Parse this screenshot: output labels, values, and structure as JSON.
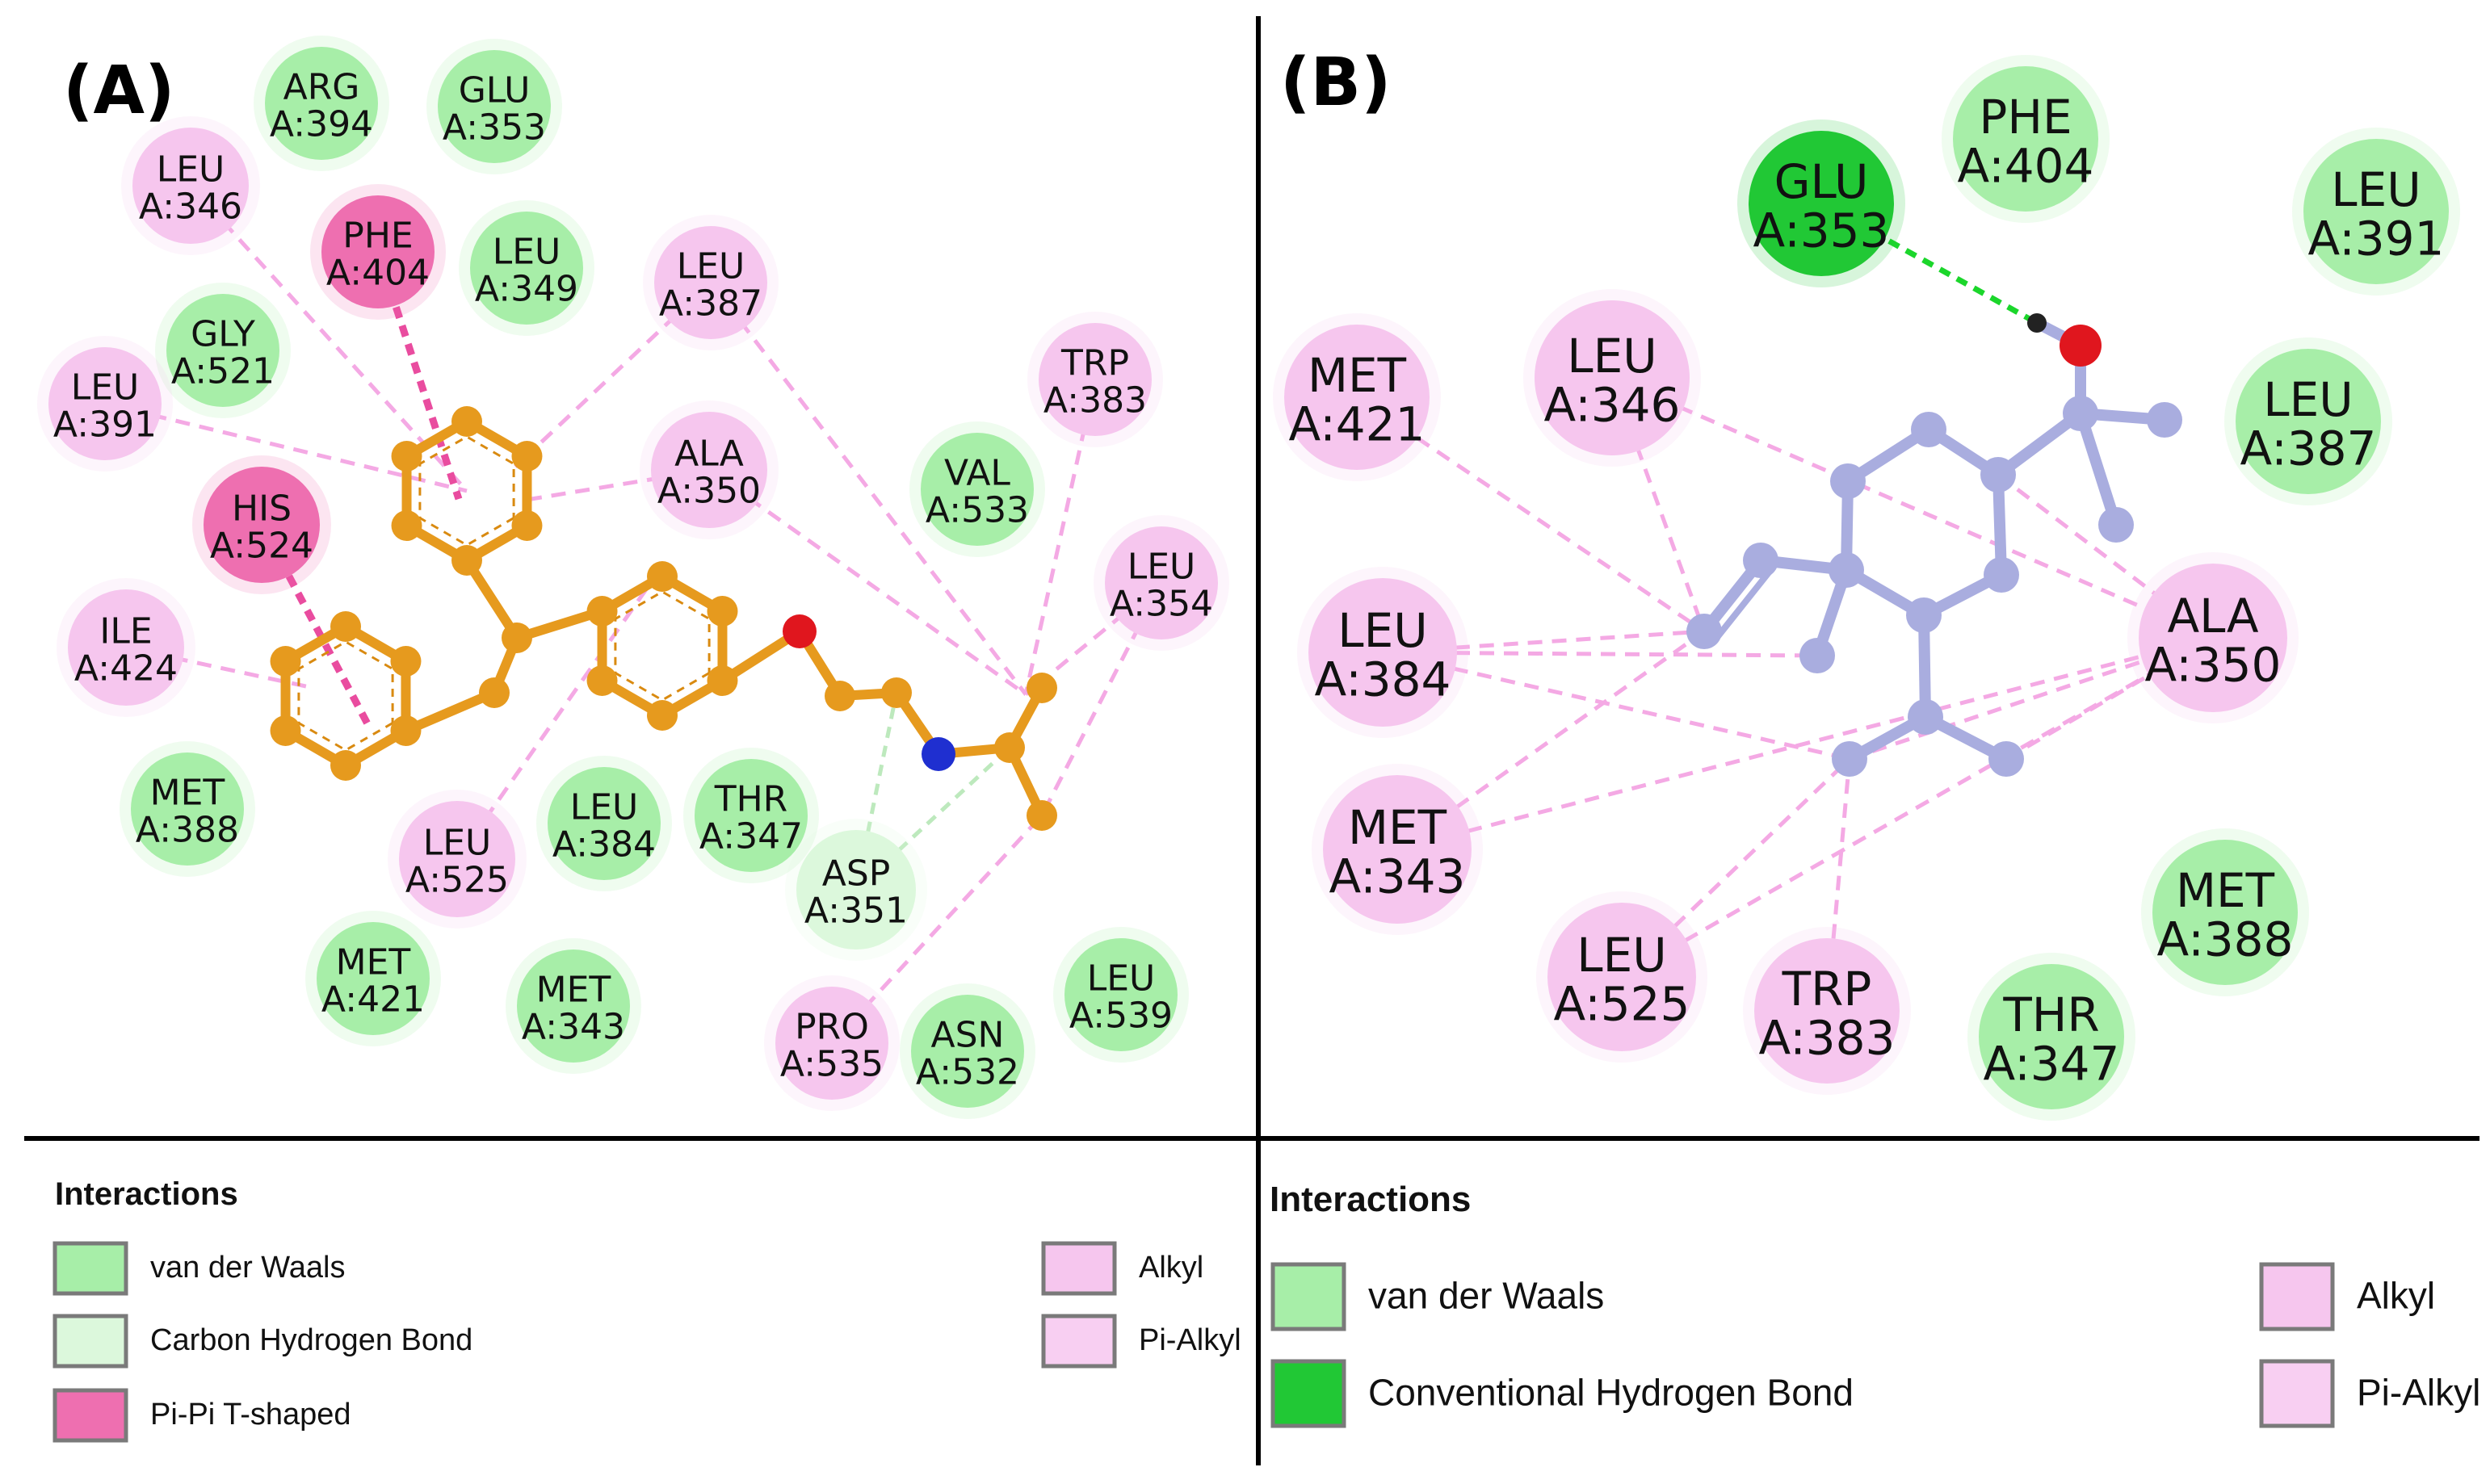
{
  "panels": [
    {
      "label": "(A)",
      "residues": [
        {
          "id": "a_arg394",
          "name": "ARG",
          "num": "A:394",
          "type": "vdw"
        },
        {
          "id": "a_glu353",
          "name": "GLU",
          "num": "A:353",
          "type": "vdw"
        },
        {
          "id": "a_leu346",
          "name": "LEU",
          "num": "A:346",
          "type": "alkyl"
        },
        {
          "id": "a_phe404",
          "name": "PHE",
          "num": "A:404",
          "type": "pipi"
        },
        {
          "id": "a_leu349",
          "name": "LEU",
          "num": "A:349",
          "type": "vdw"
        },
        {
          "id": "a_leu387",
          "name": "LEU",
          "num": "A:387",
          "type": "alkyl"
        },
        {
          "id": "a_gly521",
          "name": "GLY",
          "num": "A:521",
          "type": "vdw"
        },
        {
          "id": "a_leu391",
          "name": "LEU",
          "num": "A:391",
          "type": "alkyl"
        },
        {
          "id": "a_trp383",
          "name": "TRP",
          "num": "A:383",
          "type": "alkyl"
        },
        {
          "id": "a_ala350",
          "name": "ALA",
          "num": "A:350",
          "type": "alkyl"
        },
        {
          "id": "a_val533",
          "name": "VAL",
          "num": "A:533",
          "type": "vdw"
        },
        {
          "id": "a_his524",
          "name": "HIS",
          "num": "A:524",
          "type": "pipi"
        },
        {
          "id": "a_leu354",
          "name": "LEU",
          "num": "A:354",
          "type": "alkyl"
        },
        {
          "id": "a_ile424",
          "name": "ILE",
          "num": "A:424",
          "type": "alkyl"
        },
        {
          "id": "a_met388",
          "name": "MET",
          "num": "A:388",
          "type": "vdw"
        },
        {
          "id": "a_leu525",
          "name": "LEU",
          "num": "A:525",
          "type": "alkyl"
        },
        {
          "id": "a_leu384",
          "name": "LEU",
          "num": "A:384",
          "type": "vdw"
        },
        {
          "id": "a_thr347",
          "name": "THR",
          "num": "A:347",
          "type": "vdw"
        },
        {
          "id": "a_asp351",
          "name": "ASP",
          "num": "A:351",
          "type": "chb"
        },
        {
          "id": "a_met421",
          "name": "MET",
          "num": "A:421",
          "type": "vdw"
        },
        {
          "id": "a_met343",
          "name": "MET",
          "num": "A:343",
          "type": "vdw"
        },
        {
          "id": "a_pro535",
          "name": "PRO",
          "num": "A:535",
          "type": "alkyl"
        },
        {
          "id": "a_asn532",
          "name": "ASN",
          "num": "A:532",
          "type": "vdw"
        },
        {
          "id": "a_leu539",
          "name": "LEU",
          "num": "A:539",
          "type": "vdw"
        }
      ],
      "legend": {
        "title": "Interactions",
        "items": [
          {
            "label": "van der Waals",
            "type": "vdw"
          },
          {
            "label": "Carbon Hydrogen Bond",
            "type": "chb"
          },
          {
            "label": "Pi-Pi T-shaped",
            "type": "pipi"
          },
          {
            "label": "Alkyl",
            "type": "alkyl"
          },
          {
            "label": "Pi-Alkyl",
            "type": "pialkyl"
          }
        ]
      }
    },
    {
      "label": "(B)",
      "residues": [
        {
          "id": "b_glu353",
          "name": "GLU",
          "num": "A:353",
          "type": "hbond"
        },
        {
          "id": "b_phe404",
          "name": "PHE",
          "num": "A:404",
          "type": "vdw"
        },
        {
          "id": "b_leu391",
          "name": "LEU",
          "num": "A:391",
          "type": "vdw"
        },
        {
          "id": "b_leu346",
          "name": "LEU",
          "num": "A:346",
          "type": "alkyl"
        },
        {
          "id": "b_met421",
          "name": "MET",
          "num": "A:421",
          "type": "alkyl"
        },
        {
          "id": "b_leu387",
          "name": "LEU",
          "num": "A:387",
          "type": "vdw"
        },
        {
          "id": "b_ala350",
          "name": "ALA",
          "num": "A:350",
          "type": "alkyl"
        },
        {
          "id": "b_leu384",
          "name": "LEU",
          "num": "A:384",
          "type": "alkyl"
        },
        {
          "id": "b_met343",
          "name": "MET",
          "num": "A:343",
          "type": "alkyl"
        },
        {
          "id": "b_met388",
          "name": "MET",
          "num": "A:388",
          "type": "vdw"
        },
        {
          "id": "b_leu525",
          "name": "LEU",
          "num": "A:525",
          "type": "alkyl"
        },
        {
          "id": "b_trp383",
          "name": "TRP",
          "num": "A:383",
          "type": "alkyl"
        },
        {
          "id": "b_thr347",
          "name": "THR",
          "num": "A:347",
          "type": "vdw"
        }
      ],
      "legend": {
        "title": "Interactions",
        "items": [
          {
            "label": "van der Waals",
            "type": "vdw"
          },
          {
            "label": "Conventional Hydrogen Bond",
            "type": "hbond"
          },
          {
            "label": "Alkyl",
            "type": "alkyl"
          },
          {
            "label": "Pi-Alkyl",
            "type": "pialkyl"
          }
        ]
      }
    }
  ],
  "colors": {
    "vdw": "#a7eea8",
    "chb": "#dcf8dc",
    "pipi": "#ee6fb0",
    "alkyl": "#f6c6ee",
    "pialkyl": "#f8cff2",
    "hbond": "#21c835",
    "ligandA": "#e69a1e",
    "ligandB": "#a9addf",
    "oxygen": "#e0161e",
    "nitrogen": "#1f2fd0",
    "hydrogen": "#222222",
    "alkylLine": "#f4a9e4",
    "pipiLine": "#e94c9f",
    "hbondLine": "#1bd62b",
    "chbLine": "#bde9bd"
  }
}
